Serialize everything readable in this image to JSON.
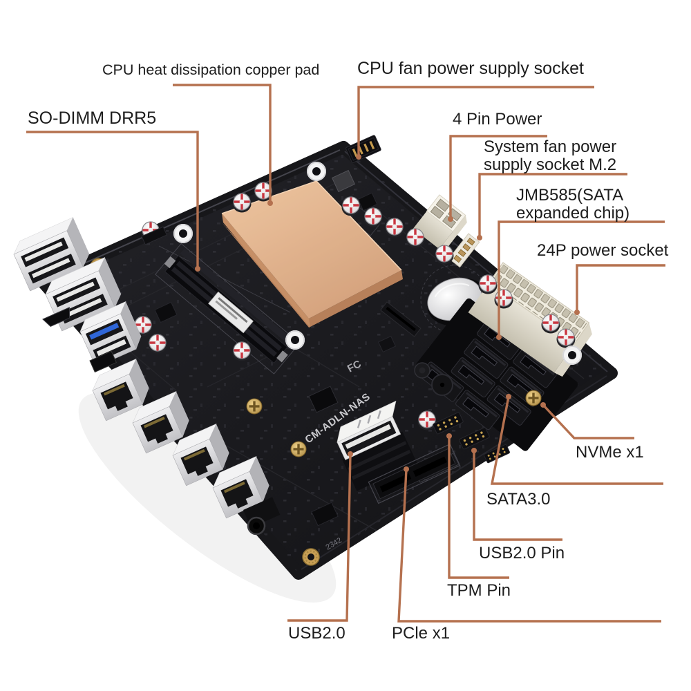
{
  "annotations": {
    "cpu_copper_pad": "CPU heat dissipation copper pad",
    "cpu_fan": "CPU fan power supply socket",
    "so_dimm": "SO-DIMM DRR5",
    "four_pin_power": "4 Pin Power",
    "system_fan_line1": "System fan power",
    "system_fan_line2": "supply socket M.2",
    "jmb585_line1": "JMB585(SATA",
    "jmb585_line2": "expanded chip)",
    "power_24p": "24P power socket",
    "nvme": "NVMe x1",
    "sata3": "SATA3.0",
    "usb2_pin": "USB2.0 Pin",
    "tpm_pin": "TPM Pin",
    "usb2": "USB2.0",
    "pcie": "PCle x1"
  },
  "board": {
    "silkscreen_model": "CM-ADLN-NAS",
    "fcc_mark": "FC",
    "date_code": "2342"
  },
  "colors": {
    "leader_line": "#b5714f",
    "label_text": "#1d1d1d",
    "copper_pad": "#e0ad86",
    "pcb": "#18181b",
    "atx_connector": "#efebe0",
    "usb3_tongue": "#2f66d8",
    "background": "#ffffff"
  }
}
